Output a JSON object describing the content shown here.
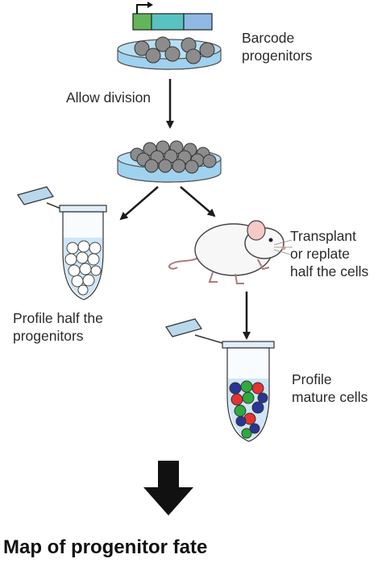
{
  "labels": {
    "barcode": [
      "Barcode",
      "progenitors"
    ],
    "allow_division": "Allow division",
    "transplant": [
      "Transplant",
      "or replate",
      "half the cells"
    ],
    "profile_progenitors": [
      "Profile half the",
      "progenitors"
    ],
    "profile_mature": [
      "Profile",
      "mature cells"
    ],
    "final": "Map of progenitor fate"
  },
  "colors": {
    "dish_liquid": "#9fd2ee",
    "cell_gray": "#8c8c8c",
    "barcode_green": "#63b55a",
    "barcode_teal": "#58c2c0",
    "barcode_blue": "#8fb8e3",
    "tube_liquid": "#cfe6f6",
    "arrow": "#1c1c1c",
    "mature_red": "#e53232",
    "mature_green": "#2faa3e",
    "mature_blue": "#2a3596"
  },
  "icons": [
    "barcode-icon",
    "petri-dish-icon",
    "arrow-down-icon",
    "test-tube-icon",
    "mouse-icon",
    "big-arrow-down-icon"
  ]
}
